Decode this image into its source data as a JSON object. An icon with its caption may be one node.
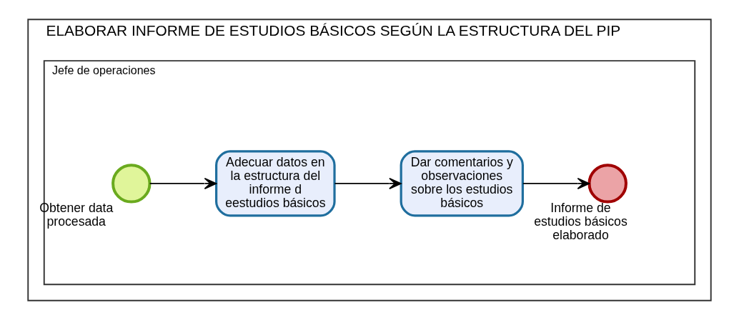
{
  "diagram": {
    "nodes": [
      {
        "text": [
          "ELABORAR INFORME DE ESTUDIOS BÁSICOS SEGÚN LA ESTRUCTURA DEL PIP"
        ]
      },
      {
        "text": [
          "Jefe de operaciones"
        ],
        "in": 0
      },
      {
        "text": [],
        "shape": "circle",
        "beside": [
          "Obtener data procesada"
        ],
        "in": 1
      },
      {
        "text": [
          "Adecuar datos en la estructura del informe d eestudios básicos"
        ],
        "in": 1
      },
      {
        "text": [
          "Dar comentarios y observaciones sobre los estudios básicos"
        ],
        "in": 1
      },
      {
        "text": [],
        "shape": "circle",
        "beside": [
          "Informe de estudios básicos elaborado"
        ],
        "in": 1
      }
    ],
    "edges": [
      {
        "from": 2,
        "to": 3,
        "arrow": "to"
      },
      {
        "from": 3,
        "to": 4,
        "arrow": "to"
      },
      {
        "from": 4,
        "to": 5,
        "arrow": "to"
      }
    ]
  }
}
